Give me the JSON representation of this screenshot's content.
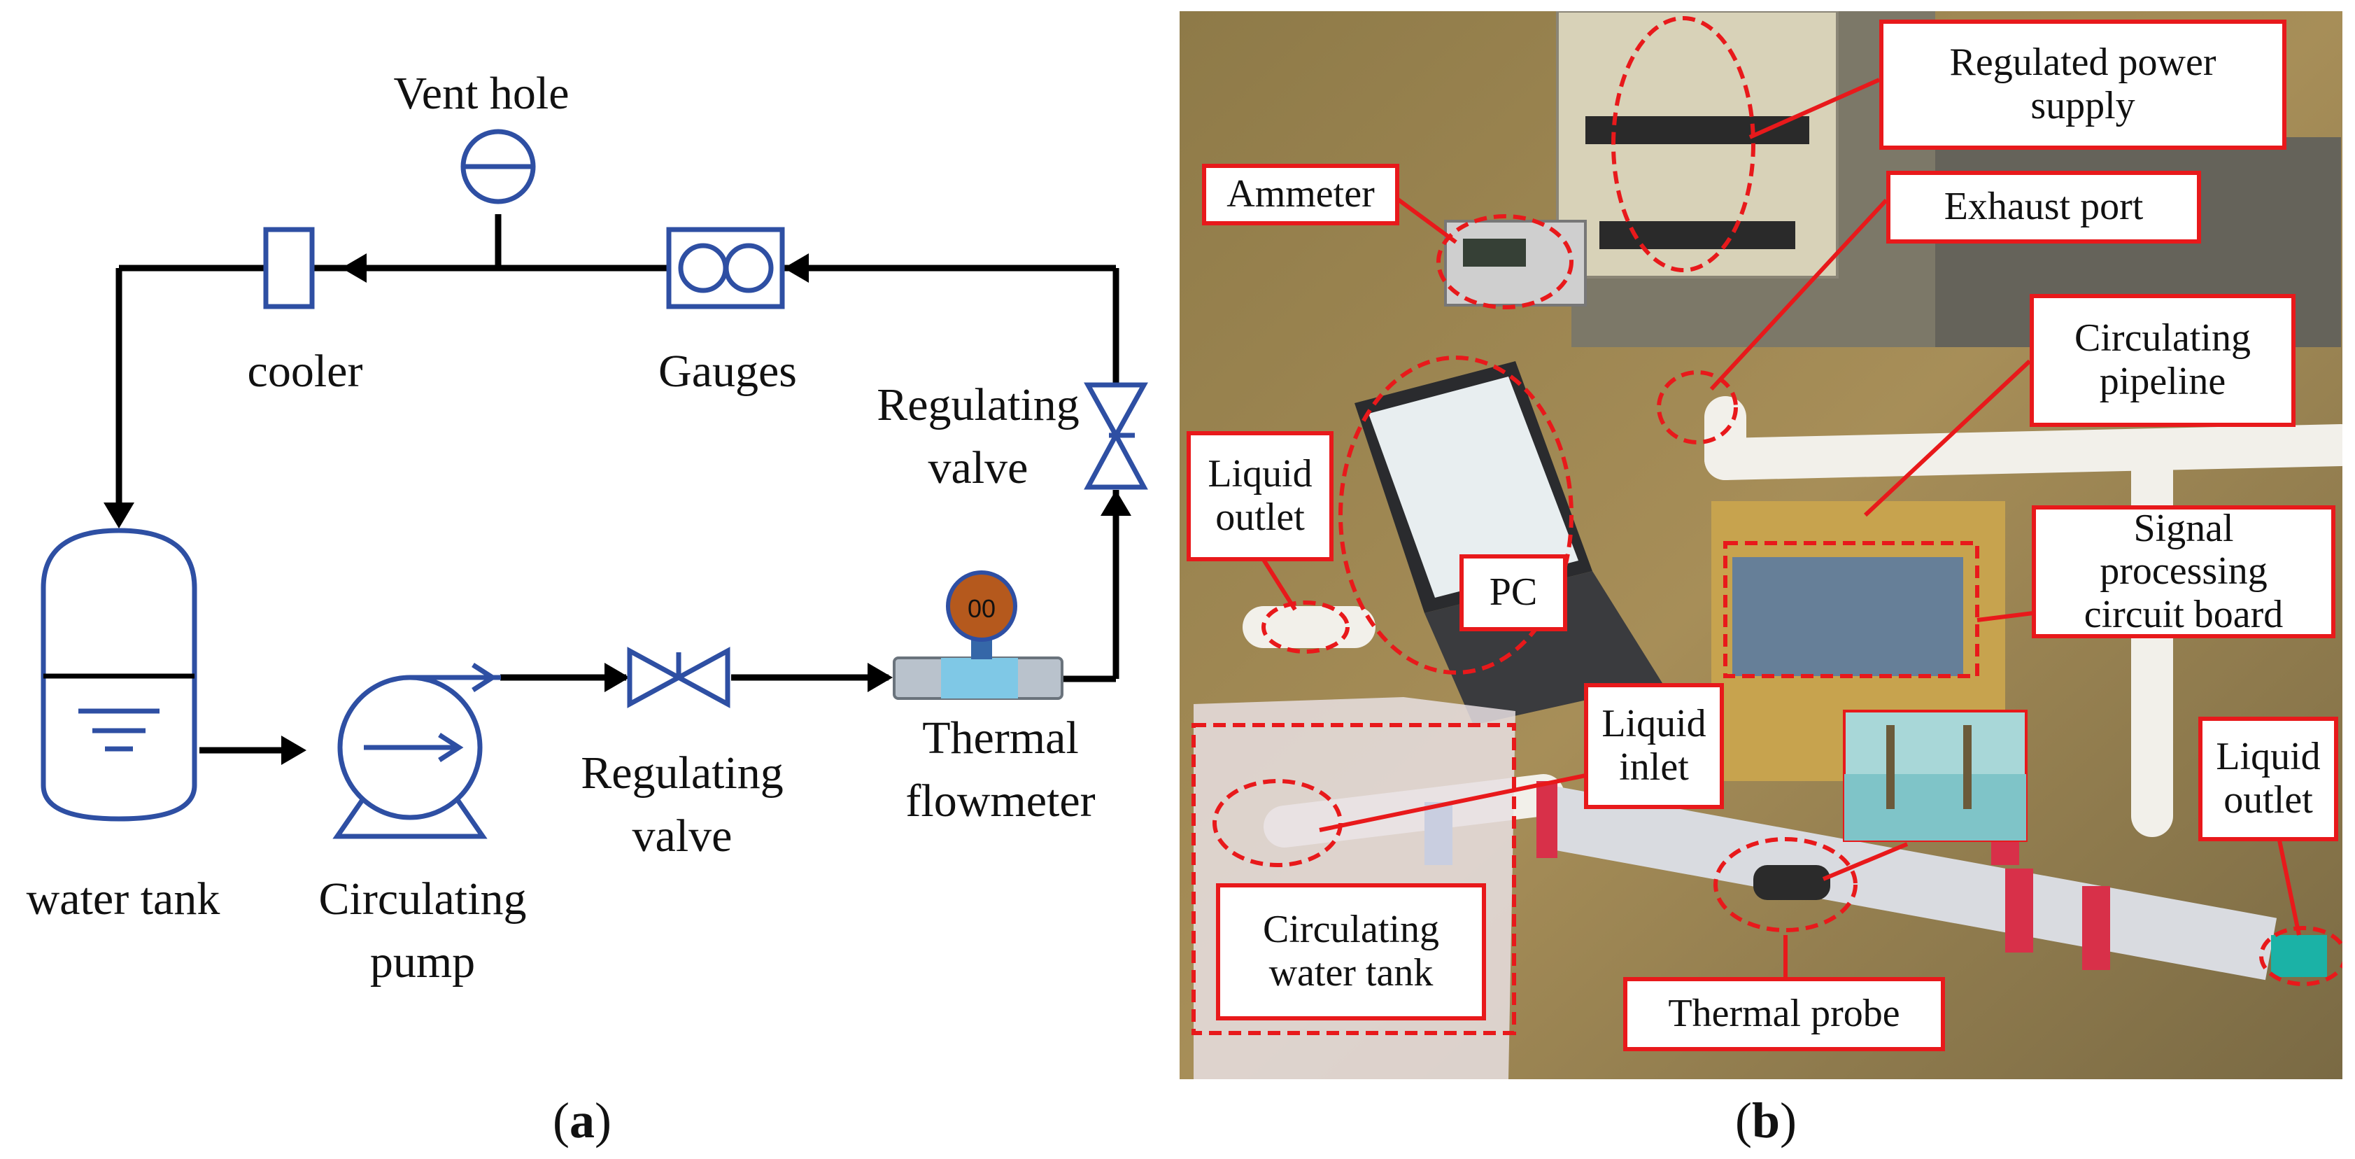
{
  "panel_a": {
    "letter": "a",
    "labels": {
      "vent_hole": "Vent hole",
      "cooler": "cooler",
      "gauges": "Gauges",
      "regulating_valve_top_1": "Regulating",
      "regulating_valve_top_2": "valve",
      "water_tank": "water tank",
      "circulating_pump_1": "Circulating",
      "circulating_pump_2": "pump",
      "regulating_valve_bottom_1": "Regulating",
      "regulating_valve_bottom_2": "valve",
      "thermal_flowmeter_1": "Thermal",
      "thermal_flowmeter_2": "flowmeter",
      "flowmeter_display": "00"
    },
    "colors": {
      "pipe": "#000000",
      "component": "#2e4fa3",
      "gauge_fill": "#b5591d",
      "flowmeter_body": "#7fc8e6"
    }
  },
  "panel_b": {
    "letter": "b",
    "callouts": {
      "regulated_power_supply": "Regulated power\nsupply",
      "ammeter": "Ammeter",
      "exhaust_port": "Exhaust port",
      "circulating_pipeline": "Circulating\npipeline",
      "liquid_outlet_left": "Liquid\noutlet",
      "pc": "PC",
      "signal_processing": "Signal processing\ncircuit board",
      "liquid_inlet": "Liquid\ninlet",
      "liquid_outlet_right": "Liquid\noutlet",
      "circulating_water_tank": "Circulating\nwater tank",
      "thermal_probe": "Thermal probe"
    },
    "colors": {
      "annotation": "#e8191b"
    }
  }
}
